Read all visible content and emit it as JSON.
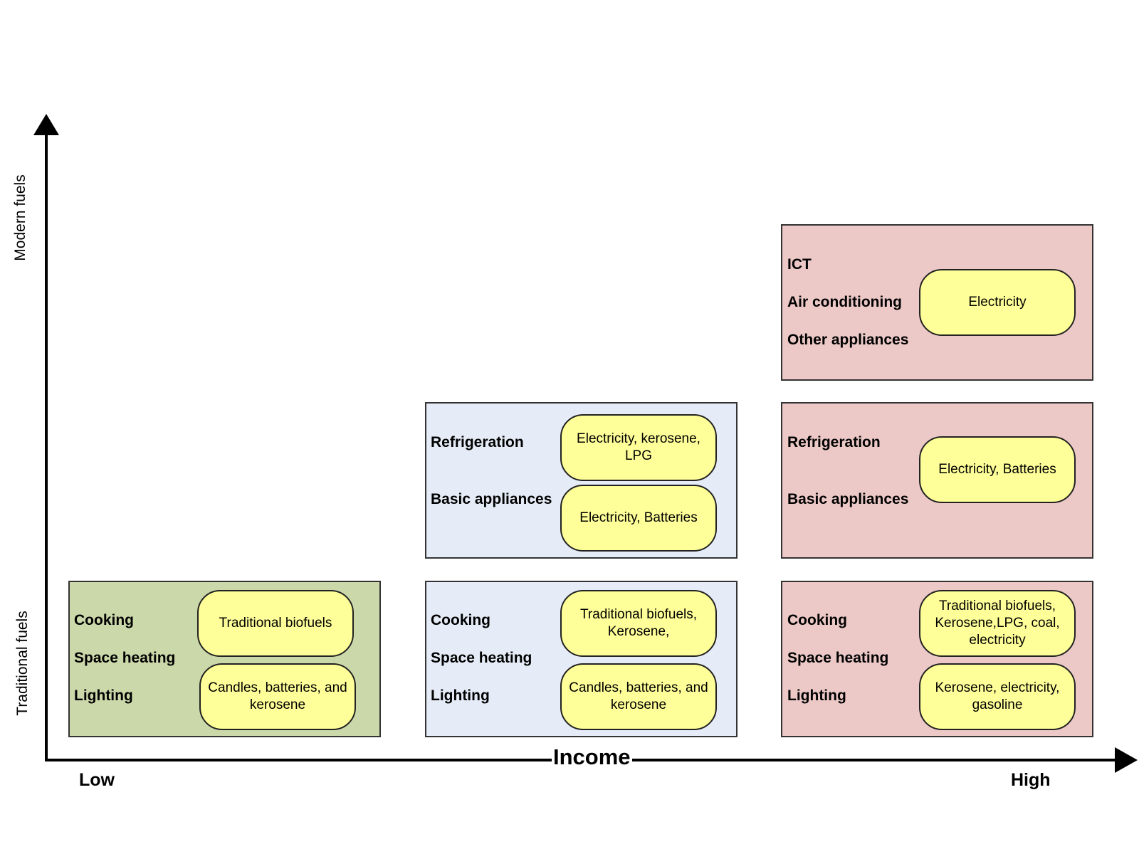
{
  "axes": {
    "y_top_label": "Modern fuels",
    "y_bottom_label": "Traditional fuels",
    "x_title": "Income",
    "x_low": "Low",
    "x_high": "High"
  },
  "colors": {
    "low_income": "#cbd9aa",
    "middle_income": "#e6ecf7",
    "high_income": "#ecc9c7",
    "fuel_box": "#ffff99"
  },
  "low_traditional": {
    "uses": [
      "Cooking",
      "Space heating",
      "Lighting"
    ],
    "fuels": [
      "Traditional biofuels",
      "Candles, batteries, and kerosene"
    ]
  },
  "mid_traditional": {
    "uses": [
      "Cooking",
      "Space heating",
      "Lighting"
    ],
    "fuels": [
      "Traditional biofuels, Kerosene,",
      "Candles, batteries, and kerosene"
    ]
  },
  "mid_modern": {
    "uses": [
      "Refrigeration",
      "Basic appliances"
    ],
    "fuels": [
      "Electricity, kerosene, LPG",
      "Electricity, Batteries"
    ]
  },
  "high_traditional": {
    "uses": [
      "Cooking",
      "Space heating",
      "Lighting"
    ],
    "fuels": [
      "Traditional biofuels, Kerosene,LPG, coal, electricity",
      "Kerosene, electricity, gasoline"
    ]
  },
  "high_modern": {
    "uses": [
      "Refrigeration",
      "Basic appliances"
    ],
    "fuels": [
      "Electricity, Batteries"
    ]
  },
  "high_advanced": {
    "uses": [
      "ICT",
      "Air conditioning",
      "Other appliances"
    ],
    "fuels": [
      "Electricity"
    ]
  }
}
